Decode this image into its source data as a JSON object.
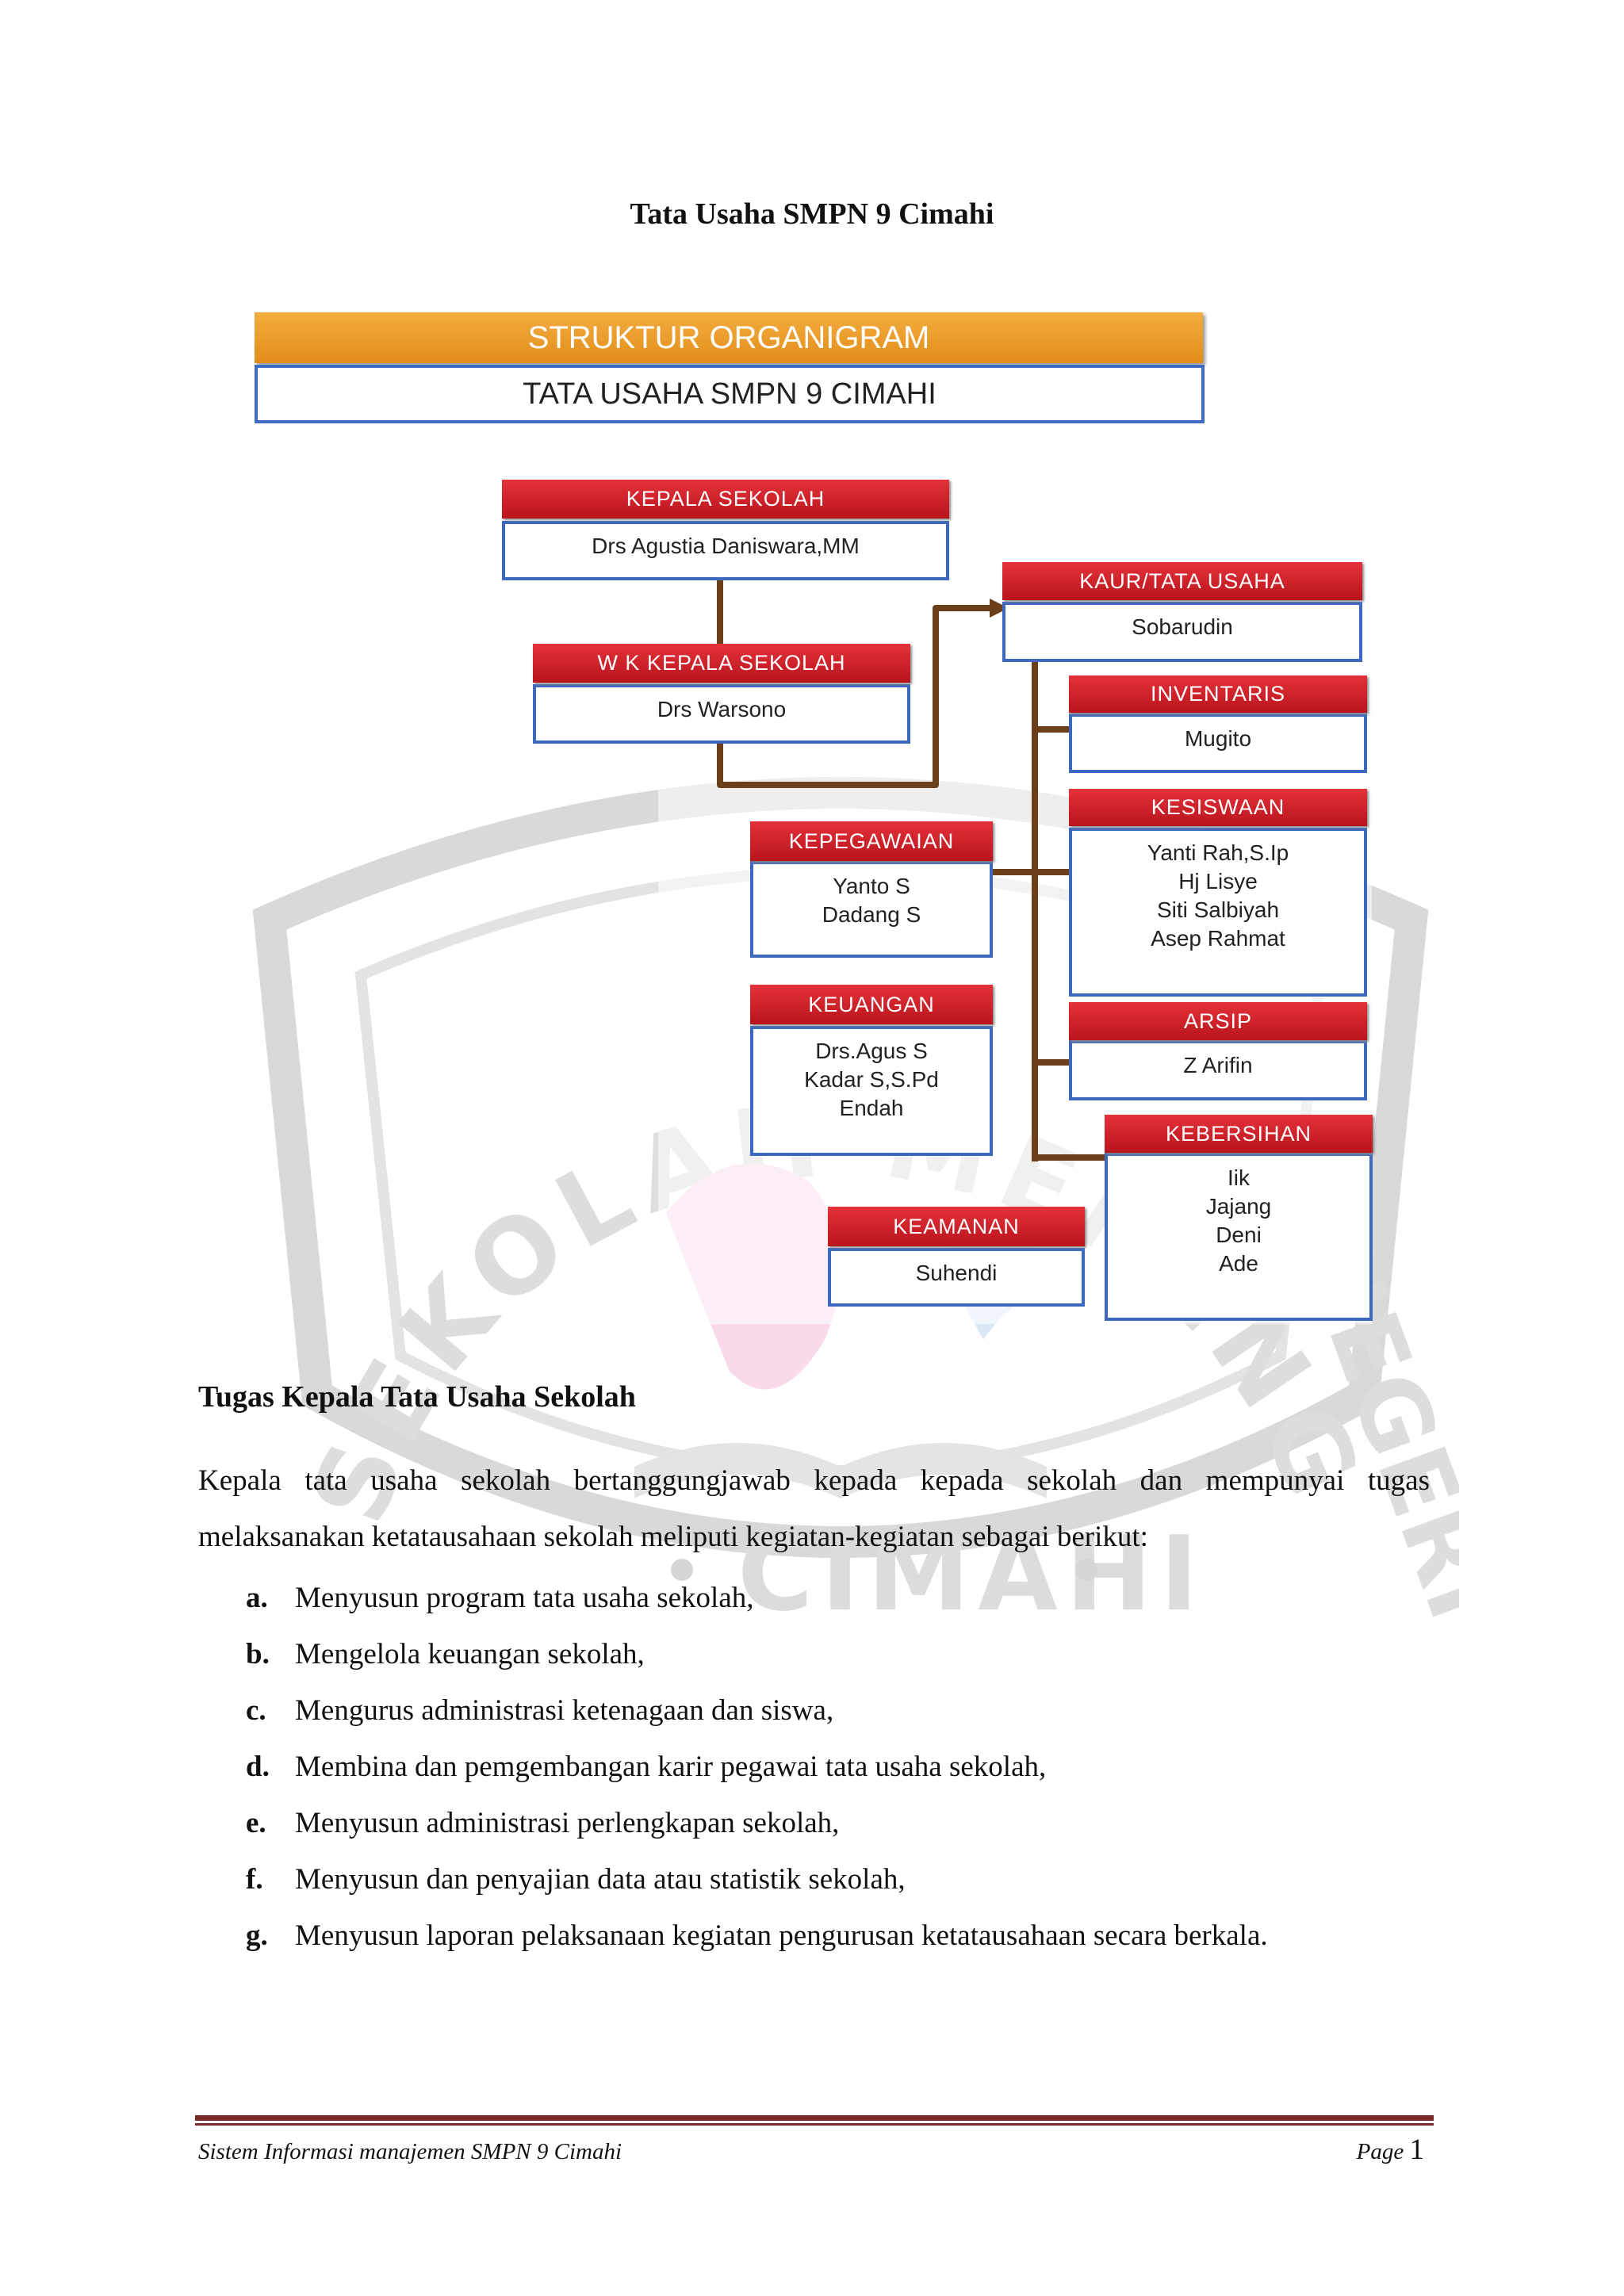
{
  "document": {
    "title": "Tata Usaha SMPN 9 Cimahi"
  },
  "organigram": {
    "banner_title": "STRUKTUR ORGANIGRAM",
    "banner_subtitle": "TATA USAHA SMPN 9 CIMAHI",
    "units": [
      {
        "title": "KEPALA SEKOLAH",
        "members": [
          "Drs Agustia Daniswara,MM"
        ]
      },
      {
        "title": "W K KEPALA SEKOLAH",
        "members": [
          "Drs Warsono"
        ]
      },
      {
        "title": "KAUR/TATA USAHA",
        "members": [
          "Sobarudin"
        ]
      },
      {
        "title": "INVENTARIS",
        "members": [
          "Mugito"
        ]
      },
      {
        "title": "KESISWAAN",
        "members": [
          "Yanti Rah,S.Ip",
          "Hj Lisye",
          "Siti Salbiyah",
          "Asep Rahmat"
        ]
      },
      {
        "title": "KEPEGAWAIAN",
        "members": [
          "Yanto S",
          "Dadang S"
        ]
      },
      {
        "title": "KEUANGAN",
        "members": [
          "Drs.Agus S",
          "Kadar S,S.Pd",
          "Endah"
        ]
      },
      {
        "title": "ARSIP",
        "members": [
          "Z Arifin"
        ]
      },
      {
        "title": "KEBERSIHAN",
        "members": [
          "Iik",
          "Jajang",
          "Deni",
          "Ade"
        ]
      },
      {
        "title": "KEAMANAN",
        "members": [
          "Suhendi"
        ]
      }
    ]
  },
  "section": {
    "heading": "Tugas Kepala Tata Usaha Sekolah",
    "intro": "Kepala tata usaha sekolah bertanggungjawab kepada kepada sekolah dan mempunyai tugas melaksanakan ketatausahaan sekolah meliputi kegiatan-kegiatan sebagai berikut:",
    "items": [
      {
        "marker": "a.",
        "text": "Menyusun program tata usaha sekolah,"
      },
      {
        "marker": "b.",
        "text": "Mengelola keuangan sekolah,"
      },
      {
        "marker": "c.",
        "text": "Mengurus administrasi ketenagaan dan siswa,"
      },
      {
        "marker": "d.",
        "text": "Membina dan pemgembangan karir pegawai tata usaha sekolah,"
      },
      {
        "marker": "e.",
        "text": "Menyusun administrasi perlengkapan sekolah,"
      },
      {
        "marker": "f.",
        "text": "Menyusun dan penyajian data atau statistik sekolah,"
      },
      {
        "marker": "g.",
        "text": "Menyusun laporan pelaksanaan kegiatan pengurusan ketatausahaan secara berkala."
      }
    ]
  },
  "watermark": {
    "text_top": "SEKOLAH MENENGAH",
    "text_right": "NEGERI",
    "text_bottom": "CIMAHI"
  },
  "footer": {
    "left": "Sistem Informasi manajemen SMPN 9 Cimahi",
    "page_label": "Page",
    "page_number": "1"
  },
  "colors": {
    "banner_orange": "#e8961f",
    "header_red": "#c8171f",
    "box_border_blue": "#3c68bf",
    "connector_brown": "#6b3f1a",
    "footer_rule": "#7a2a2a"
  }
}
